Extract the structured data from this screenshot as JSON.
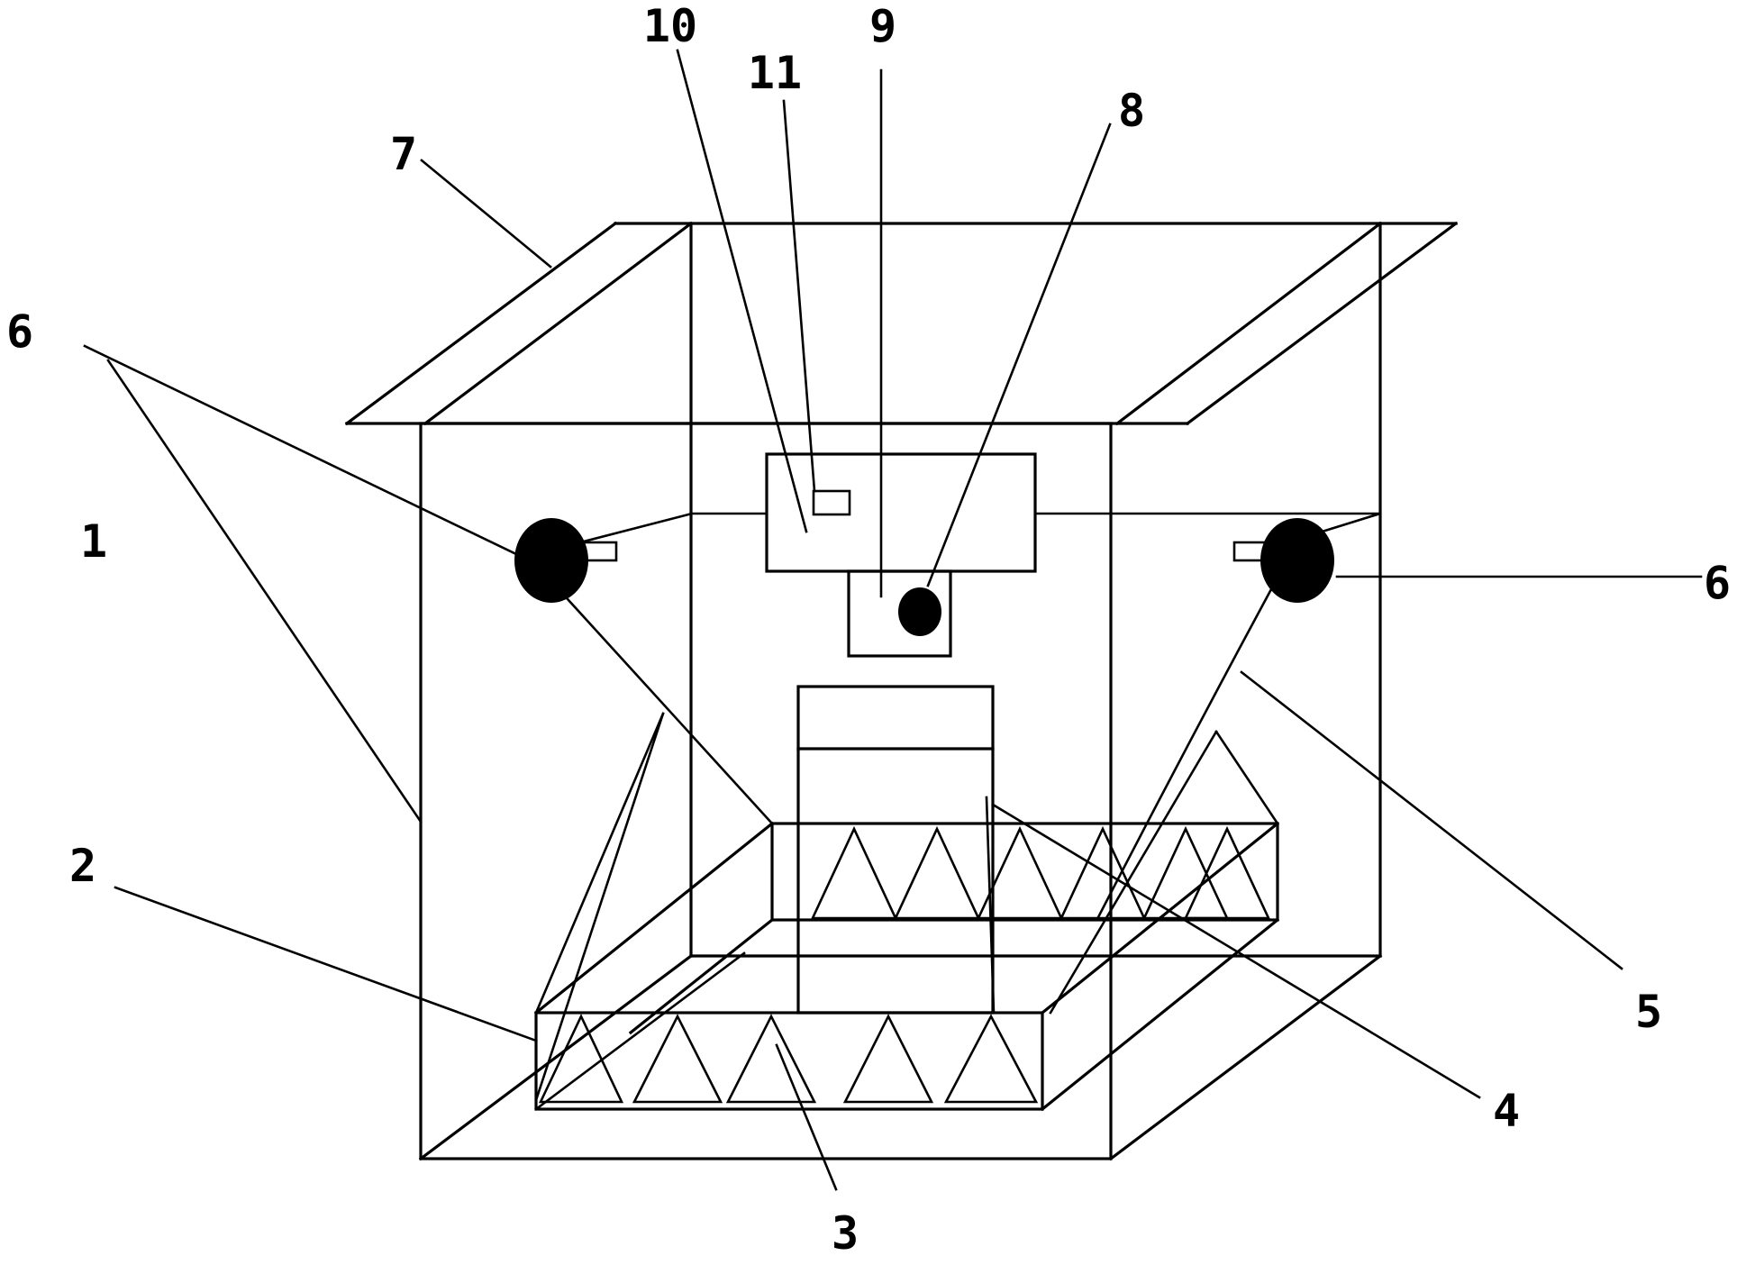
{
  "labels": {
    "l1": "1",
    "l2": "2",
    "l3": "3",
    "l4": "4",
    "l5": "5",
    "l6_left": "6",
    "l6_right": "6",
    "l7": "7",
    "l8": "8",
    "l9": "9",
    "l10": "10",
    "l11": "11"
  },
  "colors": {
    "stroke": "#000000",
    "background": "#ffffff"
  }
}
